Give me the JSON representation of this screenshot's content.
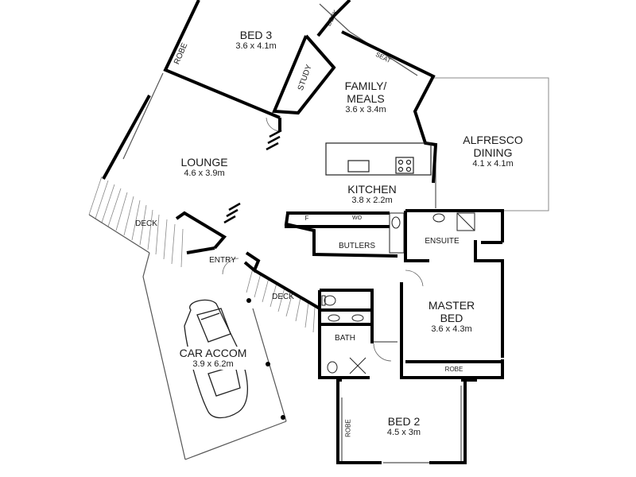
{
  "rooms": {
    "bed3": {
      "name": "BED 3",
      "dim": "3.6 x 4.1m"
    },
    "family": {
      "name1": "FAMILY/",
      "name2": "MEALS",
      "dim": "3.6 x 3.4m"
    },
    "alfresco": {
      "name1": "ALFRESCO",
      "name2": "DINING",
      "dim": "4.1 x 4.1m"
    },
    "lounge": {
      "name": "LOUNGE",
      "dim": "4.6 x 3.9m"
    },
    "kitchen": {
      "name": "KITCHEN",
      "dim": "3.8 x 2.2m"
    },
    "master": {
      "name1": "MASTER",
      "name2": "BED",
      "dim": "3.6 x 4.3m"
    },
    "car": {
      "name": "CAR ACCOM",
      "dim": "3.9 x 6.2m"
    },
    "bed2": {
      "name": "BED 2",
      "dim": "4.5 x 3m"
    }
  },
  "labels": {
    "robe": "ROBE",
    "desk": "DESK",
    "study": "STUDY",
    "seat": "SEAT",
    "deck": "DECK",
    "entry": "ENTRY",
    "butlers": "BUTLERS",
    "ensuite": "ENSUITE",
    "bath": "BATH",
    "fridge": "F",
    "wo": "WO"
  }
}
